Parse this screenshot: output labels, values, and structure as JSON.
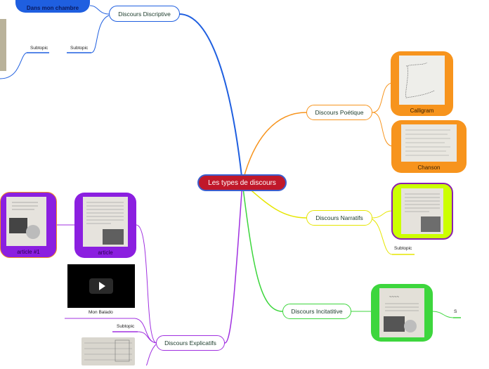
{
  "root": {
    "label": "Les types de discours"
  },
  "branches": {
    "descriptive": {
      "label": "Discours Discriptive",
      "color": "#1f5fe0"
    },
    "poetique": {
      "label": "Discours Poétique",
      "color": "#f7941d"
    },
    "narratifs": {
      "label": "Discours Narratifs",
      "color": "#e6e600"
    },
    "incitatifs": {
      "label": "Discours Incitatitive",
      "color": "#3dd63d"
    },
    "explicatifs": {
      "label": "Discours Explicatifs",
      "color": "#a030e0"
    }
  },
  "cards": {
    "dans_ma_chambre": {
      "caption": "Dans mon chambre"
    },
    "calligram": {
      "caption": "Calligram"
    },
    "chanson": {
      "caption": "Chanson"
    },
    "narratif_image": {
      "caption": ""
    },
    "incitatif_image": {
      "caption": ""
    },
    "article": {
      "caption": "article"
    },
    "article1": {
      "caption": "article #1"
    }
  },
  "subtopics": {
    "desc_a": "Subtopic",
    "desc_b": "Subtopic",
    "narratifs": "Subtopic",
    "incitatifs": "S",
    "explicatifs": "Subtopic"
  },
  "video": {
    "caption": "Mon Balado"
  }
}
